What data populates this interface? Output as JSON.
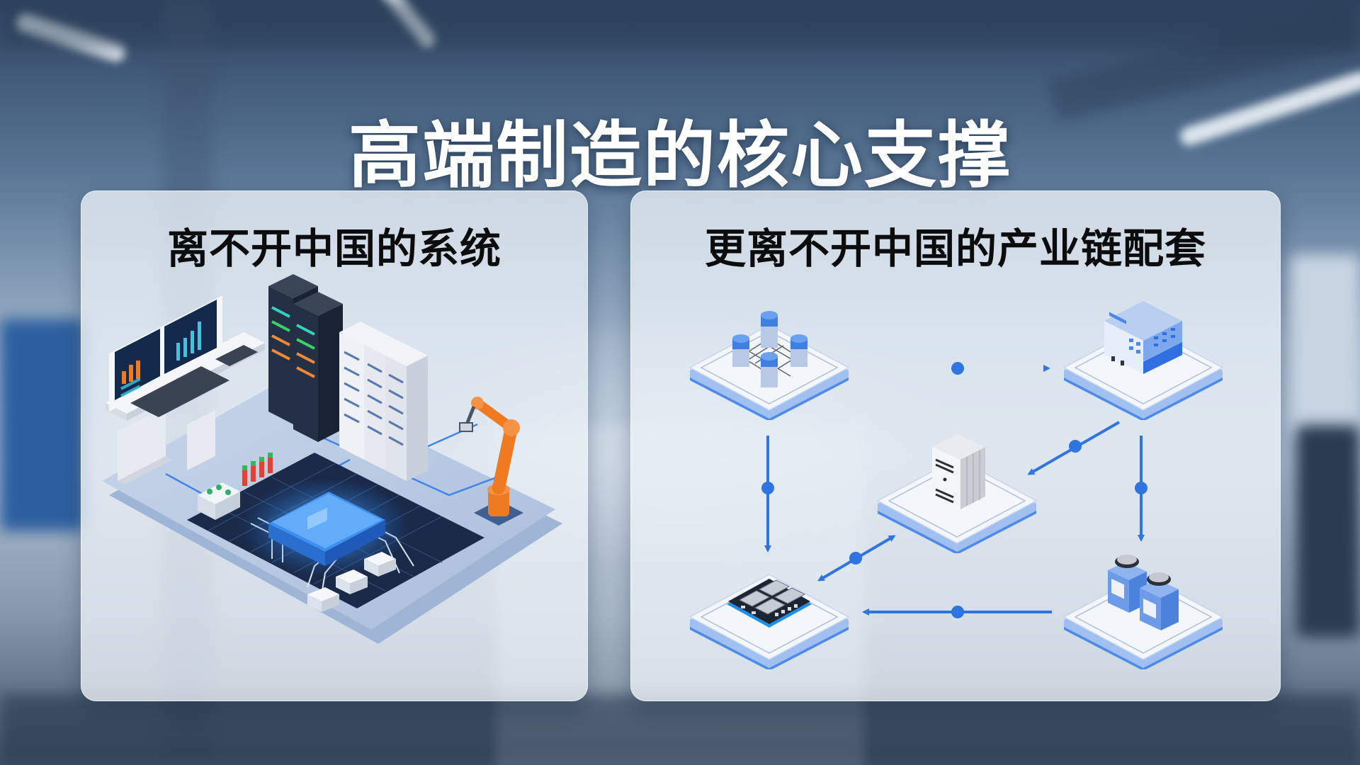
{
  "slide": {
    "title": "高端制造的核心支撑"
  },
  "panels": {
    "left": {
      "heading": "离不开中国的系统",
      "illustration": {
        "elements": [
          "control-console",
          "server-racks",
          "robot-arm",
          "chip-circuit-board",
          "io-modules"
        ]
      }
    },
    "right": {
      "heading": "更离不开中国的产业链配套",
      "diagram": {
        "nodes": [
          {
            "id": "materials",
            "icon": "cylinder-network-icon"
          },
          {
            "id": "factory",
            "icon": "factory-building-icon"
          },
          {
            "id": "server",
            "icon": "server-tower-icon"
          },
          {
            "id": "chip",
            "icon": "chip-module-icon"
          },
          {
            "id": "instruments",
            "icon": "jars-instrument-icon"
          }
        ],
        "edges": [
          {
            "from": "materials",
            "to": "factory",
            "direction": "forward"
          },
          {
            "from": "factory",
            "to": "server",
            "direction": "forward"
          },
          {
            "from": "materials",
            "to": "chip",
            "direction": "forward"
          },
          {
            "from": "factory",
            "to": "instruments",
            "direction": "forward"
          },
          {
            "from": "chip",
            "to": "server",
            "direction": "both"
          },
          {
            "from": "instruments",
            "to": "chip",
            "direction": "forward"
          }
        ]
      }
    }
  },
  "colors": {
    "accent_blue": "#2f74e0",
    "title_text": "#ffffff",
    "heading_text": "#0c0c0c",
    "robot_orange": "#ef7a22",
    "panel_bg": "#ecf2f8"
  }
}
